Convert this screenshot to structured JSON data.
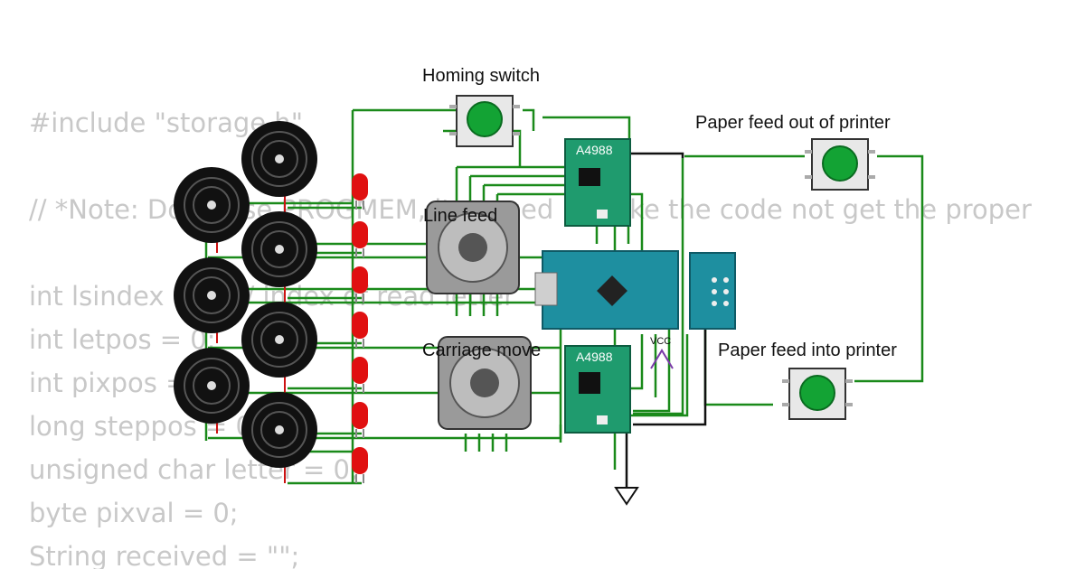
{
  "code_lines": [
    "#include \"storage.h\"",
    "",
    "// *Note: Don't use PROGMEM, it caused it make the code not get the proper",
    "",
    "int lsindex = 0; // index of read letter",
    "int letpos = 0;",
    "int pixpos = 0;",
    "long steppos = 0;",
    "unsigned char letter = 0;",
    "byte pixval = 0;",
    "String received = \"\";"
  ],
  "labels": {
    "homing_switch": "Homing switch",
    "paper_feed_out": "Paper feed out of printer",
    "paper_feed_in": "Paper feed into printer",
    "line_feed": "Line feed",
    "carriage_move": "Carriage move",
    "driver_top": "A4988",
    "driver_bottom": "A4988",
    "vcc": "VCC"
  },
  "colors": {
    "wire": "#1a8a1a",
    "wire_black": "#111111",
    "wire_red": "#cc1111",
    "board": "#1e8fa0",
    "driver": "#1f9b6e",
    "button_cap": "#13a334",
    "led": "#e01010",
    "code_text": "#c8c8c8"
  },
  "icons": [
    "buzzer-icon",
    "led-icon",
    "pushbutton-icon",
    "stepper-motor-icon",
    "ground-icon",
    "arduino-nano-icon",
    "a4988-driver-icon"
  ]
}
